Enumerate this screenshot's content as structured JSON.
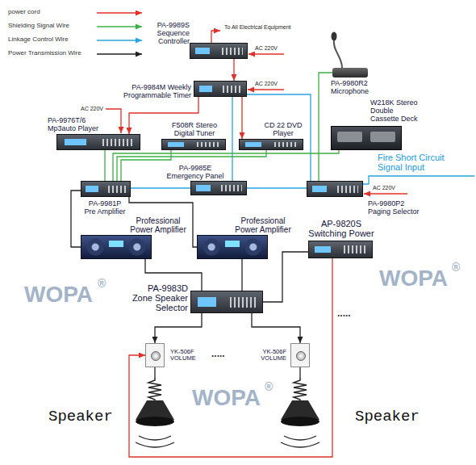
{
  "diagram": {
    "nodes": [
      {
        "text": [
          "PA-9989S Sequence Controller"
        ]
      },
      {
        "text": [
          "PA-9984M Weekly Programmable Timer"
        ]
      },
      {
        "text": [
          "PA-9980R2 Microphone"
        ]
      },
      {
        "text": [
          "W218K Stereo Double Cassette Deck"
        ]
      },
      {
        "text": [
          "PA-9976T/6 Mp3auto Player"
        ]
      },
      {
        "text": [
          "F508R Stereo Digital Tuner"
        ]
      },
      {
        "text": [
          "CD 22 DVD Player"
        ]
      },
      {
        "text": [
          "PA-9985E Emergency Panel"
        ]
      },
      {
        "text": [
          "PA-9981P Pre Amplifier"
        ]
      },
      {
        "text": [
          "PA-9980P2 Paging Selector"
        ]
      },
      {
        "text": [
          "Professional Power Amplifier"
        ]
      },
      {
        "text": [
          "Professional Power Amplifier"
        ]
      },
      {
        "text": [
          "AP-9820S Switching Power"
        ]
      },
      {
        "text": [
          "PA-9983D Zone Speaker Selector"
        ]
      },
      {
        "text": [
          "YK-506F VOLUME"
        ]
      },
      {
        "text": [
          "YK-506F VOLUME"
        ]
      },
      {
        "text": [
          "Speaker"
        ]
      },
      {
        "text": [
          "Speaker"
        ]
      }
    ],
    "edges": [
      {
        "from": 0,
        "to": 1,
        "arrow": "to"
      },
      {
        "from": 1,
        "to": 4,
        "arrow": "to"
      },
      {
        "from": 1,
        "to": 6,
        "arrow": "to"
      },
      {
        "from": 1,
        "to": 7,
        "arrow": "none"
      },
      {
        "from": 1,
        "to": 9,
        "arrow": "none"
      },
      {
        "from": 2,
        "to": 9,
        "arrow": "none"
      },
      {
        "from": 3,
        "to": 8,
        "arrow": "none"
      },
      {
        "from": 4,
        "to": 8,
        "arrow": "none"
      },
      {
        "from": 5,
        "to": 8,
        "arrow": "none"
      },
      {
        "from": 6,
        "to": 8,
        "arrow": "none"
      },
      {
        "from": 9,
        "to": 7,
        "arrow": "none"
      },
      {
        "from": 7,
        "to": 8,
        "arrow": "none"
      },
      {
        "from": 8,
        "to": 10,
        "arrow": "none"
      },
      {
        "from": 8,
        "to": 11,
        "arrow": "none"
      },
      {
        "from": 10,
        "to": 13,
        "arrow": "none"
      },
      {
        "from": 11,
        "to": 13,
        "arrow": "none"
      },
      {
        "from": 12,
        "to": 13,
        "arrow": "none"
      },
      {
        "from": 13,
        "to": 14,
        "arrow": "to"
      },
      {
        "from": 13,
        "to": 15,
        "arrow": "to"
      },
      {
        "from": 14,
        "to": 16,
        "arrow": "none"
      },
      {
        "from": 15,
        "to": 17,
        "arrow": "none"
      },
      {
        "from": 12,
        "to": 14,
        "arrow": "to"
      }
    ],
    "labels": [
      "To All Electrical Equipment",
      "AC 220V",
      "AC 220V",
      "AC 220V",
      "Fire Short Circuit Signal Input",
      "AC 220V",
      ".....",
      ".....",
      "WOPA",
      "®",
      "WOPA",
      "®",
      "WOPA",
      "®"
    ],
    "legend": [
      {
        "text": "power cord"
      },
      {
        "text": "Shielding Signal Wire"
      },
      {
        "text": "Linkage Control Wire"
      },
      {
        "text": "Power Transmission Wire"
      }
    ]
  }
}
